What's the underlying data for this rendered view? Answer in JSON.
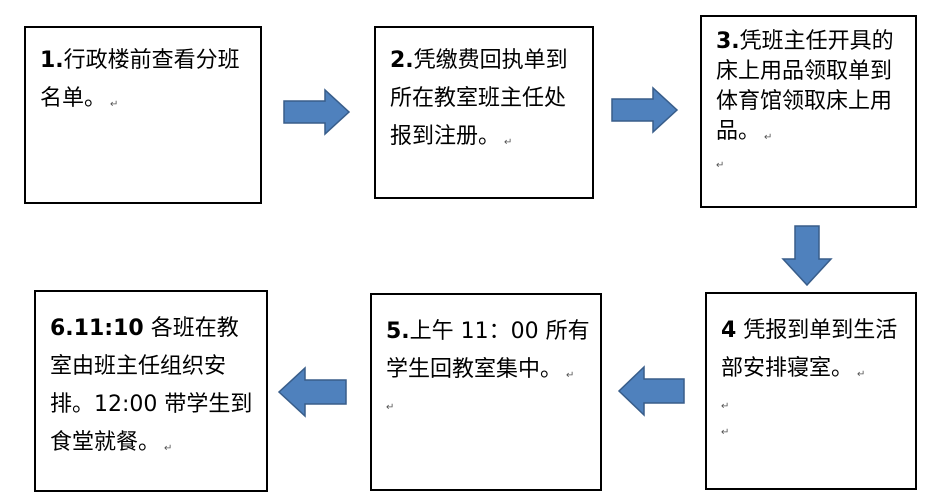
{
  "steps": [
    {
      "num": "1.",
      "text": "行政楼前查看分班名单。",
      "extra_marks": 0
    },
    {
      "num": "2.",
      "text": "凭缴费回执单到所在教室班主任处报到注册。",
      "extra_marks": 0
    },
    {
      "num": "3.",
      "text": "凭班主任开具的床上用品领取单到体育馆领取床上用品。",
      "extra_marks": 1
    },
    {
      "num": "4",
      "text": " 凭报到单到生活部安排寝室。",
      "extra_marks": 2
    },
    {
      "num": "5.",
      "text": "上午 11：00 所有学生回教室集中。",
      "extra_marks": 1
    },
    {
      "num": "6.11:10",
      "text": " 各班在教室由班主任组织安排。12:00 带学生到食堂就餐。",
      "extra_marks": 0
    }
  ],
  "paragraph_mark": "↵",
  "colors": {
    "arrow_fill": "#4f81bd",
    "arrow_stroke": "#385d8a",
    "box_border": "#000000"
  },
  "arrows": [
    {
      "from": 1,
      "to": 2,
      "direction": "right"
    },
    {
      "from": 2,
      "to": 3,
      "direction": "right"
    },
    {
      "from": 3,
      "to": 4,
      "direction": "down"
    },
    {
      "from": 4,
      "to": 5,
      "direction": "left"
    },
    {
      "from": 5,
      "to": 6,
      "direction": "left"
    }
  ]
}
